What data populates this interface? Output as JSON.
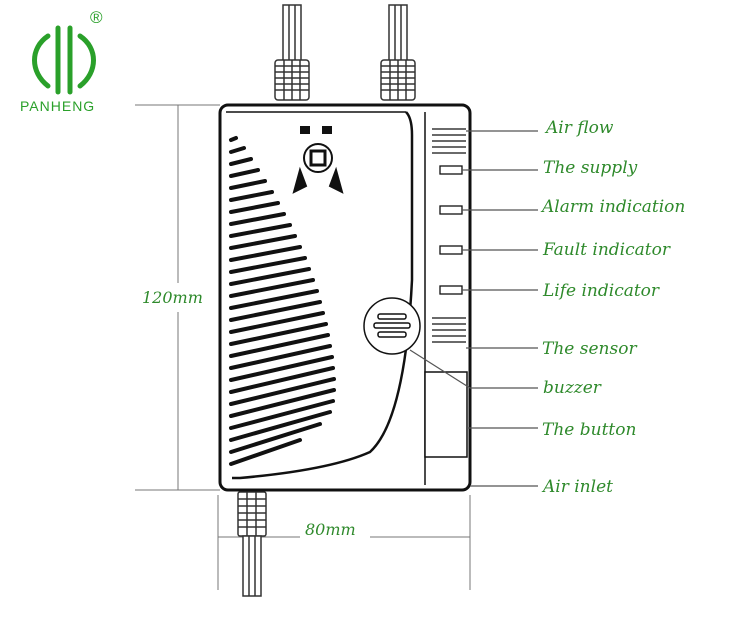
{
  "brand": {
    "name": "PANHENG",
    "registered_mark": "®",
    "color": "#2aa02a"
  },
  "dimensions": {
    "height": "120mm",
    "width": "80mm"
  },
  "callouts": [
    {
      "id": "air-flow",
      "label": "Air flow"
    },
    {
      "id": "supply",
      "label": "The supply"
    },
    {
      "id": "alarm",
      "label": "Alarm indication"
    },
    {
      "id": "fault",
      "label": "Fault indicator"
    },
    {
      "id": "life",
      "label": "Life indicator"
    },
    {
      "id": "sensor",
      "label": "The sensor"
    },
    {
      "id": "buzzer",
      "label": "buzzer"
    },
    {
      "id": "button",
      "label": "The button"
    },
    {
      "id": "air-inlet",
      "label": "Air inlet"
    }
  ],
  "colors": {
    "label_text": "#2f8a2c",
    "line_art": "#111111",
    "leader": "#555555"
  }
}
